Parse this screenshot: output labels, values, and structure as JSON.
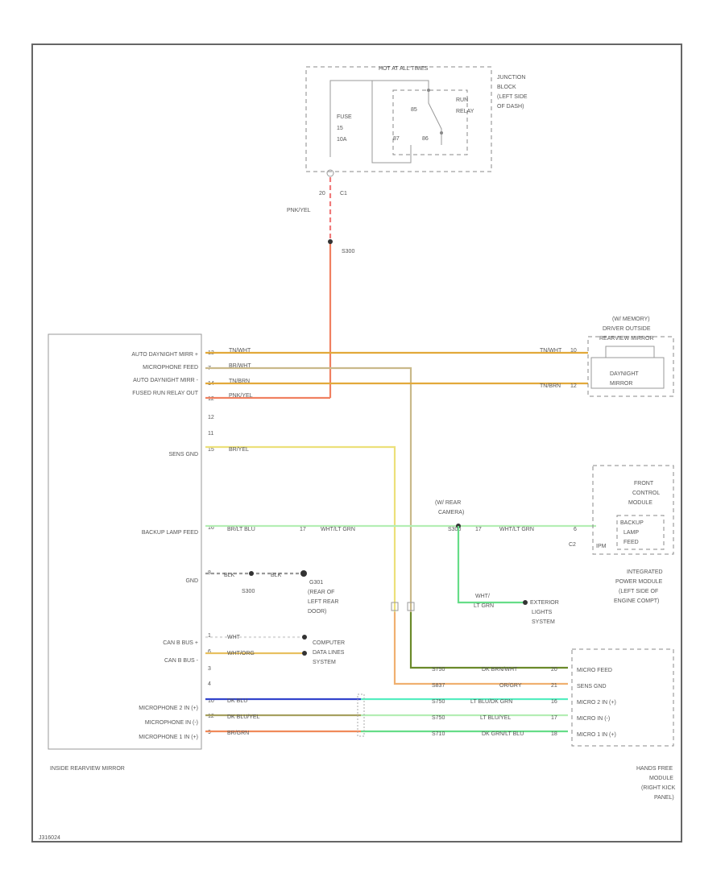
{
  "junction_block": {
    "header": "HOT AT ALL TIMES",
    "name_lines": [
      "JUNCTION",
      "BLOCK",
      "(LEFT SIDE",
      "OF DASH)"
    ],
    "fuse_lines": [
      "FUSE",
      "15",
      "10A"
    ],
    "relay_lines": [
      "RUN",
      "RELAY"
    ],
    "relay_pins": [
      "85",
      "87",
      "86"
    ],
    "connector_pin": "20",
    "connector_name": "C1"
  },
  "feed_wire": {
    "color_label": "PNK/YEL",
    "splice": "S300"
  },
  "mirror": {
    "name": "INSIDE REARVIEW MIRROR",
    "pins": [
      {
        "label": "AUTO DAYNIGHT MIRR +",
        "pin": "13",
        "wire": "TN/WHT"
      },
      {
        "label": "MICROPHONE FEED",
        "pin": "7",
        "wire": "BR/WHT"
      },
      {
        "label": "AUTO DAYNIGHT MIRR -",
        "pin": "14",
        "wire": "TN/BRN"
      },
      {
        "label": "FUSED RUN RELAY OUT",
        "pin": "12",
        "wire": "PNK/YEL"
      },
      {
        "label": "",
        "pin": "12",
        "wire": ""
      },
      {
        "label": "",
        "pin": "11",
        "wire": ""
      },
      {
        "label": "SENS GND",
        "pin": "15",
        "wire": "BR/YEL"
      },
      {
        "label": "BACKUP LAMP FEED",
        "pin": "16",
        "wire": "BR/LT BLU"
      },
      {
        "label": "GND",
        "pin": "8",
        "wire": "BLK"
      },
      {
        "label": "CAN B BUS +",
        "pin": "1",
        "wire": "WHT"
      },
      {
        "label": "CAN B BUS -",
        "pin": "6",
        "wire": "WHT/ORG"
      },
      {
        "label": "",
        "pin": "3",
        "wire": ""
      },
      {
        "label": "",
        "pin": "4",
        "wire": ""
      },
      {
        "label": "MICROPHONE 2 IN (+)",
        "pin": "10",
        "wire": "DK BLU"
      },
      {
        "label": "MICROPHONE IN (-)",
        "pin": "12",
        "wire": "DK BLU/YEL"
      },
      {
        "label": "MICROPHONE 1 IN (+)",
        "pin": "9",
        "wire": "BR/GRN"
      }
    ]
  },
  "outside_mirror": {
    "name_lines": [
      "(W/ MEMORY)",
      "DRIVER OUTSIDE",
      "REARVIEW MIRROR"
    ],
    "inner_label_lines": [
      "DAYNIGHT",
      "MIRROR"
    ],
    "wires": [
      {
        "wire": "TN/WHT",
        "pin": "10"
      },
      {
        "wire": "TN/BRN",
        "pin": "12"
      }
    ]
  },
  "backup_lamp": {
    "splice_lines": [
      "(W/ REAR",
      "CAMERA)"
    ],
    "splice": "S300",
    "wire1": "WHT/LT GRN",
    "pin1": "17",
    "wire2": "WHT/LT GRN",
    "pin2": "6",
    "fcm_lines": [
      "FRONT",
      "CONTROL",
      "MODULE"
    ],
    "fcm_sub_lines": [
      "BACKUP",
      "LAMP",
      "FEED"
    ],
    "fcm_connector": "C2",
    "fcm_pin_label": "IPM",
    "ipm_lines": [
      "INTEGRATED",
      "POWER MODULE",
      "(LEFT SIDE OF",
      "ENGINE COMPT)"
    ],
    "branch_wire_lines": [
      "WHT/",
      "LT GRN"
    ],
    "ext_lines": [
      "EXTERIOR",
      "LIGHTS",
      "SYSTEM"
    ]
  },
  "ground": {
    "wire1": "BLK",
    "wire2": "BLK",
    "splice": "S300",
    "name_lines": [
      "G301",
      "(REAR OF",
      "LEFT REAR",
      "DOOR)"
    ]
  },
  "computer_lines": [
    "COMPUTER",
    "DATA LINES",
    "SYSTEM"
  ],
  "hands_free": {
    "name_lines": [
      "HANDS FREE",
      "MODULE",
      "(RIGHT KICK",
      "PANEL)"
    ],
    "pins": [
      {
        "label": "MICRO FEED",
        "wire": "DK BRN/WHT",
        "pin": "20",
        "splice": "S750"
      },
      {
        "label": "SENS GND",
        "wire": "OR/GRY",
        "pin": "21",
        "splice": "S837"
      },
      {
        "label": "MICRO 2 IN (+)",
        "wire": "LT BLU/DK GRN",
        "pin": "16",
        "splice": "S750"
      },
      {
        "label": "MICRO IN (-)",
        "wire": "LT BLU/YEL",
        "pin": "17",
        "splice": "S750"
      },
      {
        "label": "MICRO 1 IN (+)",
        "wire": "DK GRN/LT BLU",
        "pin": "18",
        "splice": "S710"
      }
    ]
  },
  "diagram_id": "J316024",
  "colors": {
    "tan": "#e2a93a",
    "brown": "#c9b98a",
    "pink": "#f07a7a",
    "red": "#f08060",
    "yellow": "#ece07a",
    "lightgreen": "#b4eeb4",
    "green": "#66dd88",
    "darkbrown": "#6b8a2a",
    "orange": "#f0b070",
    "blue": "#3344cc",
    "teal": "#55eec0",
    "olive": "#a6a060",
    "brgrn": "#f08a5a"
  }
}
